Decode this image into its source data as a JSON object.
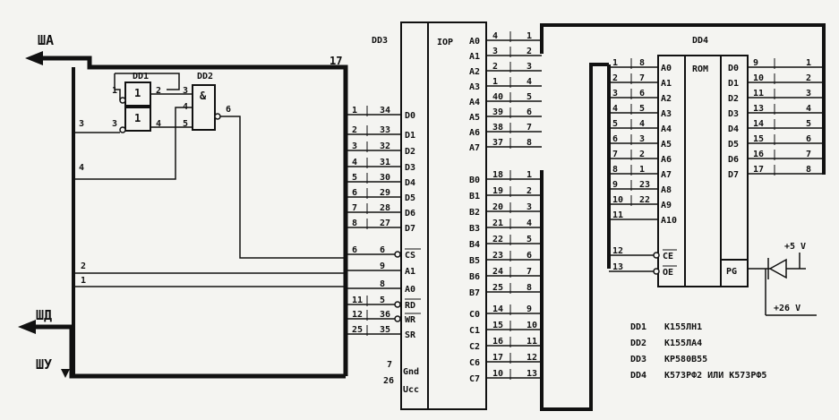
{
  "buses": {
    "sha": "ША",
    "shd": "ШД",
    "shu": "ШУ",
    "bus_num": "17"
  },
  "dd1": {
    "name": "DD1",
    "sym1": "1",
    "sym2": "1",
    "pins": [
      "1",
      "2",
      "3",
      "4",
      "3",
      "4"
    ]
  },
  "dd2": {
    "name": "DD2",
    "sym": "&",
    "pins": [
      "3",
      "4",
      "5",
      "6"
    ]
  },
  "dd3": {
    "name": "DD3",
    "title": "IOP",
    "left": [
      {
        "n": "1",
        "p": "34",
        "s": "D0"
      },
      {
        "n": "2",
        "p": "33",
        "s": "D1"
      },
      {
        "n": "3",
        "p": "32",
        "s": "D2"
      },
      {
        "n": "4",
        "p": "31",
        "s": "D3"
      },
      {
        "n": "5",
        "p": "30",
        "s": "D4"
      },
      {
        "n": "6",
        "p": "29",
        "s": "D5"
      },
      {
        "n": "7",
        "p": "28",
        "s": "D6"
      },
      {
        "n": "8",
        "p": "27",
        "s": "D7"
      },
      {
        "n": "6",
        "p": "6",
        "s": "CS"
      },
      {
        "n": "",
        "p": "9",
        "s": "A1"
      },
      {
        "n": "",
        "p": "8",
        "s": "A0"
      },
      {
        "n": "11",
        "p": "5",
        "s": "RD"
      },
      {
        "n": "12",
        "p": "36",
        "s": "WR"
      },
      {
        "n": "25",
        "p": "35",
        "s": "SR"
      }
    ],
    "gnd": "Gnd",
    "vcc": "Ucc",
    "gnd_pin": "7",
    "vcc_pin": "26",
    "a_pins": [
      [
        "A0",
        "4",
        "1"
      ],
      [
        "A1",
        "3",
        "2"
      ],
      [
        "A2",
        "2",
        "3"
      ],
      [
        "A3",
        "1",
        "4"
      ],
      [
        "A4",
        "40",
        "5"
      ],
      [
        "A5",
        "39",
        "6"
      ],
      [
        "A6",
        "38",
        "7"
      ],
      [
        "A7",
        "37",
        "8"
      ]
    ],
    "b_pins": [
      [
        "B0",
        "18",
        "1"
      ],
      [
        "B1",
        "19",
        "2"
      ],
      [
        "B2",
        "20",
        "3"
      ],
      [
        "B3",
        "21",
        "4"
      ],
      [
        "B4",
        "22",
        "5"
      ],
      [
        "B5",
        "23",
        "6"
      ],
      [
        "B6",
        "24",
        "7"
      ],
      [
        "B7",
        "25",
        "8"
      ]
    ],
    "c_pins": [
      [
        "C0",
        "14",
        "9"
      ],
      [
        "C1",
        "15",
        "10"
      ],
      [
        "C2",
        "16",
        "11"
      ],
      [
        "C6",
        "17",
        "12"
      ],
      [
        "C7",
        "10",
        "13"
      ]
    ]
  },
  "dd4": {
    "name": "DD4",
    "title": "ROM",
    "addr": [
      [
        "1",
        "8",
        "A0"
      ],
      [
        "2",
        "7",
        "A1"
      ],
      [
        "3",
        "6",
        "A2"
      ],
      [
        "4",
        "5",
        "A3"
      ],
      [
        "5",
        "4",
        "A4"
      ],
      [
        "6",
        "3",
        "A5"
      ],
      [
        "7",
        "2",
        "A6"
      ],
      [
        "8",
        "1",
        "A7"
      ],
      [
        "9",
        "23",
        "A8"
      ],
      [
        "10",
        "22",
        "A9"
      ],
      [
        "11",
        "",
        "A10"
      ]
    ],
    "ctrl": [
      [
        "12",
        "CE"
      ],
      [
        "13",
        "OE"
      ]
    ],
    "pg": "PG",
    "data": [
      [
        "D0",
        "9",
        "1"
      ],
      [
        "D1",
        "10",
        "2"
      ],
      [
        "D2",
        "11",
        "3"
      ],
      [
        "D3",
        "13",
        "4"
      ],
      [
        "D4",
        "14",
        "5"
      ],
      [
        "D5",
        "15",
        "6"
      ],
      [
        "D6",
        "16",
        "7"
      ],
      [
        "D7",
        "17",
        "8"
      ]
    ]
  },
  "power": {
    "v5": "+5 V",
    "v26": "+26 V"
  },
  "wires": {
    "w2": "2",
    "w1": "1",
    "w3": "3",
    "w4": "4"
  },
  "legend": [
    {
      "ref": "DD1",
      "part": "K155ЛН1"
    },
    {
      "ref": "DD2",
      "part": "K155ЛА4"
    },
    {
      "ref": "DD3",
      "part": "KP580B55"
    },
    {
      "ref": "DD4",
      "part": "K573PФ2 ИЛИ K573PФ5"
    }
  ]
}
